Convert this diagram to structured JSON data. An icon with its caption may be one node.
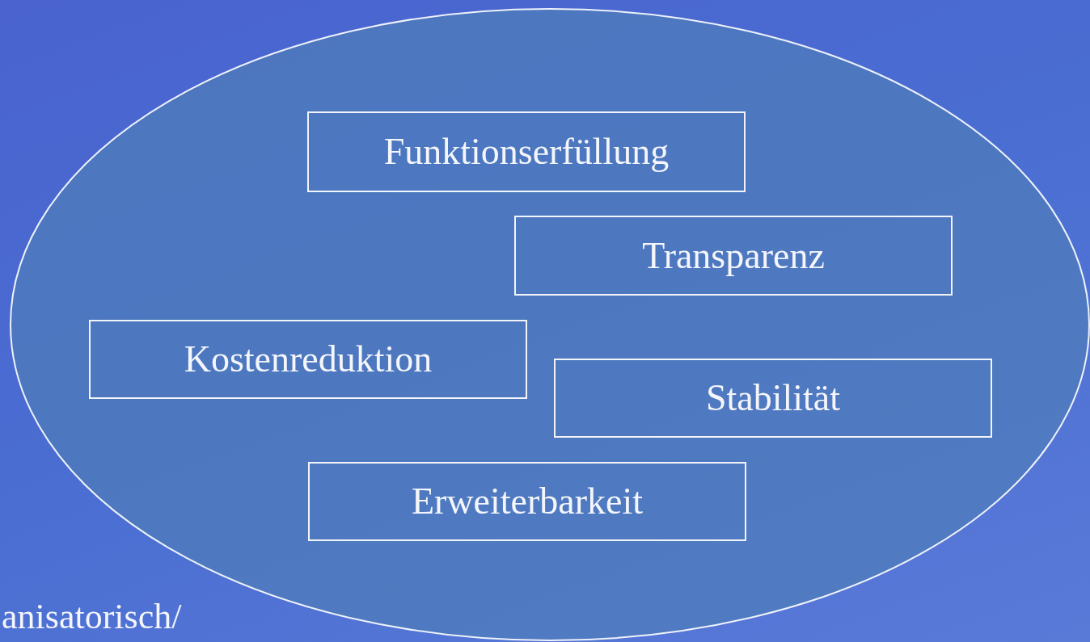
{
  "diagram": {
    "nodes": [
      {
        "text": [],
        "shape": "ellipse"
      },
      {
        "text": [
          "Funktionserfüllung"
        ],
        "in": 0
      },
      {
        "text": [
          "Transparenz"
        ],
        "in": 0
      },
      {
        "text": [
          "Kostenreduktion"
        ],
        "in": 0
      },
      {
        "text": [
          "Stabilität"
        ],
        "in": 0
      },
      {
        "text": [
          "Erweiterbarkeit"
        ],
        "in": 0
      }
    ],
    "labels": [
      "anisatorisch/"
    ]
  }
}
